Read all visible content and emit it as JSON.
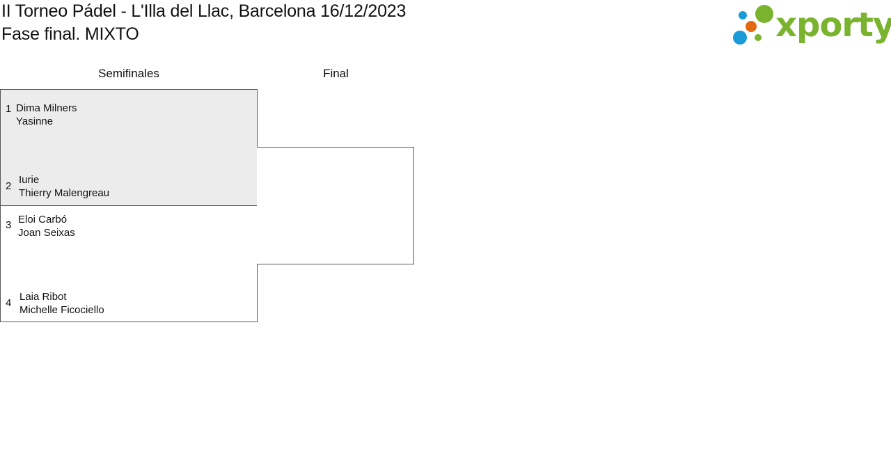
{
  "header": {
    "title": "II Torneo Pádel - L'Illa del Llac, Barcelona 16/12/2023",
    "subtitle": "Fase final. MIXTO"
  },
  "logo": {
    "text": "xporty",
    "colors": {
      "green": "#7ab32e",
      "orange": "#e26a10",
      "blue": "#1a9ad6"
    }
  },
  "rounds": {
    "semifinals": "Semifinales",
    "final": "Final"
  },
  "matches": [
    {
      "teams": [
        {
          "seed": "1",
          "players": [
            "Dima Milners",
            "Yasinne"
          ]
        },
        {
          "seed": "2",
          "players": [
            "Iurie",
            "Thierry Malengreau"
          ]
        }
      ]
    },
    {
      "teams": [
        {
          "seed": "3",
          "players": [
            "Eloi Carbó",
            "Joan Seixas"
          ]
        },
        {
          "seed": "4",
          "players": [
            "Laia Ribot",
            "Michelle Ficociello"
          ]
        }
      ]
    }
  ]
}
